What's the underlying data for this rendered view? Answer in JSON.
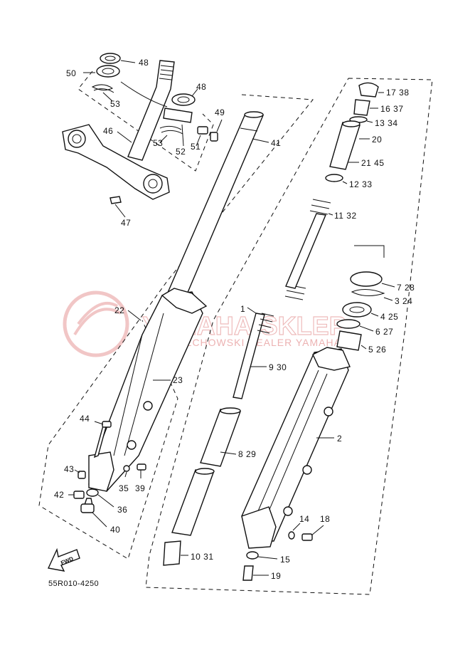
{
  "diagram": {
    "watermark": {
      "title": "YAMAHA-SKLEP",
      "subtitle": "WOJCIECHOWSKI DEALER YAMAHA"
    },
    "drawing_code": "55R010-4250",
    "fwd_label": "FWD",
    "labels": [
      {
        "id": "48a",
        "text": "48"
      },
      {
        "id": "50",
        "text": "50"
      },
      {
        "id": "48b",
        "text": "48"
      },
      {
        "id": "53a",
        "text": "53"
      },
      {
        "id": "49",
        "text": "49"
      },
      {
        "id": "41",
        "text": "41"
      },
      {
        "id": "46",
        "text": "46"
      },
      {
        "id": "53b",
        "text": "53"
      },
      {
        "id": "52",
        "text": "52"
      },
      {
        "id": "51",
        "text": "51"
      },
      {
        "id": "47",
        "text": "47"
      },
      {
        "id": "17_38",
        "text": "17 38"
      },
      {
        "id": "16_37",
        "text": "16 37"
      },
      {
        "id": "13_34",
        "text": "13 34"
      },
      {
        "id": "20",
        "text": "20"
      },
      {
        "id": "21_45",
        "text": "21 45"
      },
      {
        "id": "12_33",
        "text": "12 33"
      },
      {
        "id": "11_32",
        "text": "11 32"
      },
      {
        "id": "7_28",
        "text": "7 28"
      },
      {
        "id": "3_24",
        "text": "3 24"
      },
      {
        "id": "4_25",
        "text": "4 25"
      },
      {
        "id": "6_27",
        "text": "6 27"
      },
      {
        "id": "5_26",
        "text": "5 26"
      },
      {
        "id": "22",
        "text": "22"
      },
      {
        "id": "1",
        "text": "1"
      },
      {
        "id": "9_30",
        "text": "9 30"
      },
      {
        "id": "23",
        "text": "23"
      },
      {
        "id": "2",
        "text": "2"
      },
      {
        "id": "44",
        "text": "44"
      },
      {
        "id": "8_29",
        "text": "8 29"
      },
      {
        "id": "43",
        "text": "43"
      },
      {
        "id": "35",
        "text": "35"
      },
      {
        "id": "39",
        "text": "39"
      },
      {
        "id": "42",
        "text": "42"
      },
      {
        "id": "36",
        "text": "36"
      },
      {
        "id": "40",
        "text": "40"
      },
      {
        "id": "14",
        "text": "14"
      },
      {
        "id": "18",
        "text": "18"
      },
      {
        "id": "10_31",
        "text": "10 31"
      },
      {
        "id": "15",
        "text": "15"
      },
      {
        "id": "19",
        "text": "19"
      }
    ]
  }
}
